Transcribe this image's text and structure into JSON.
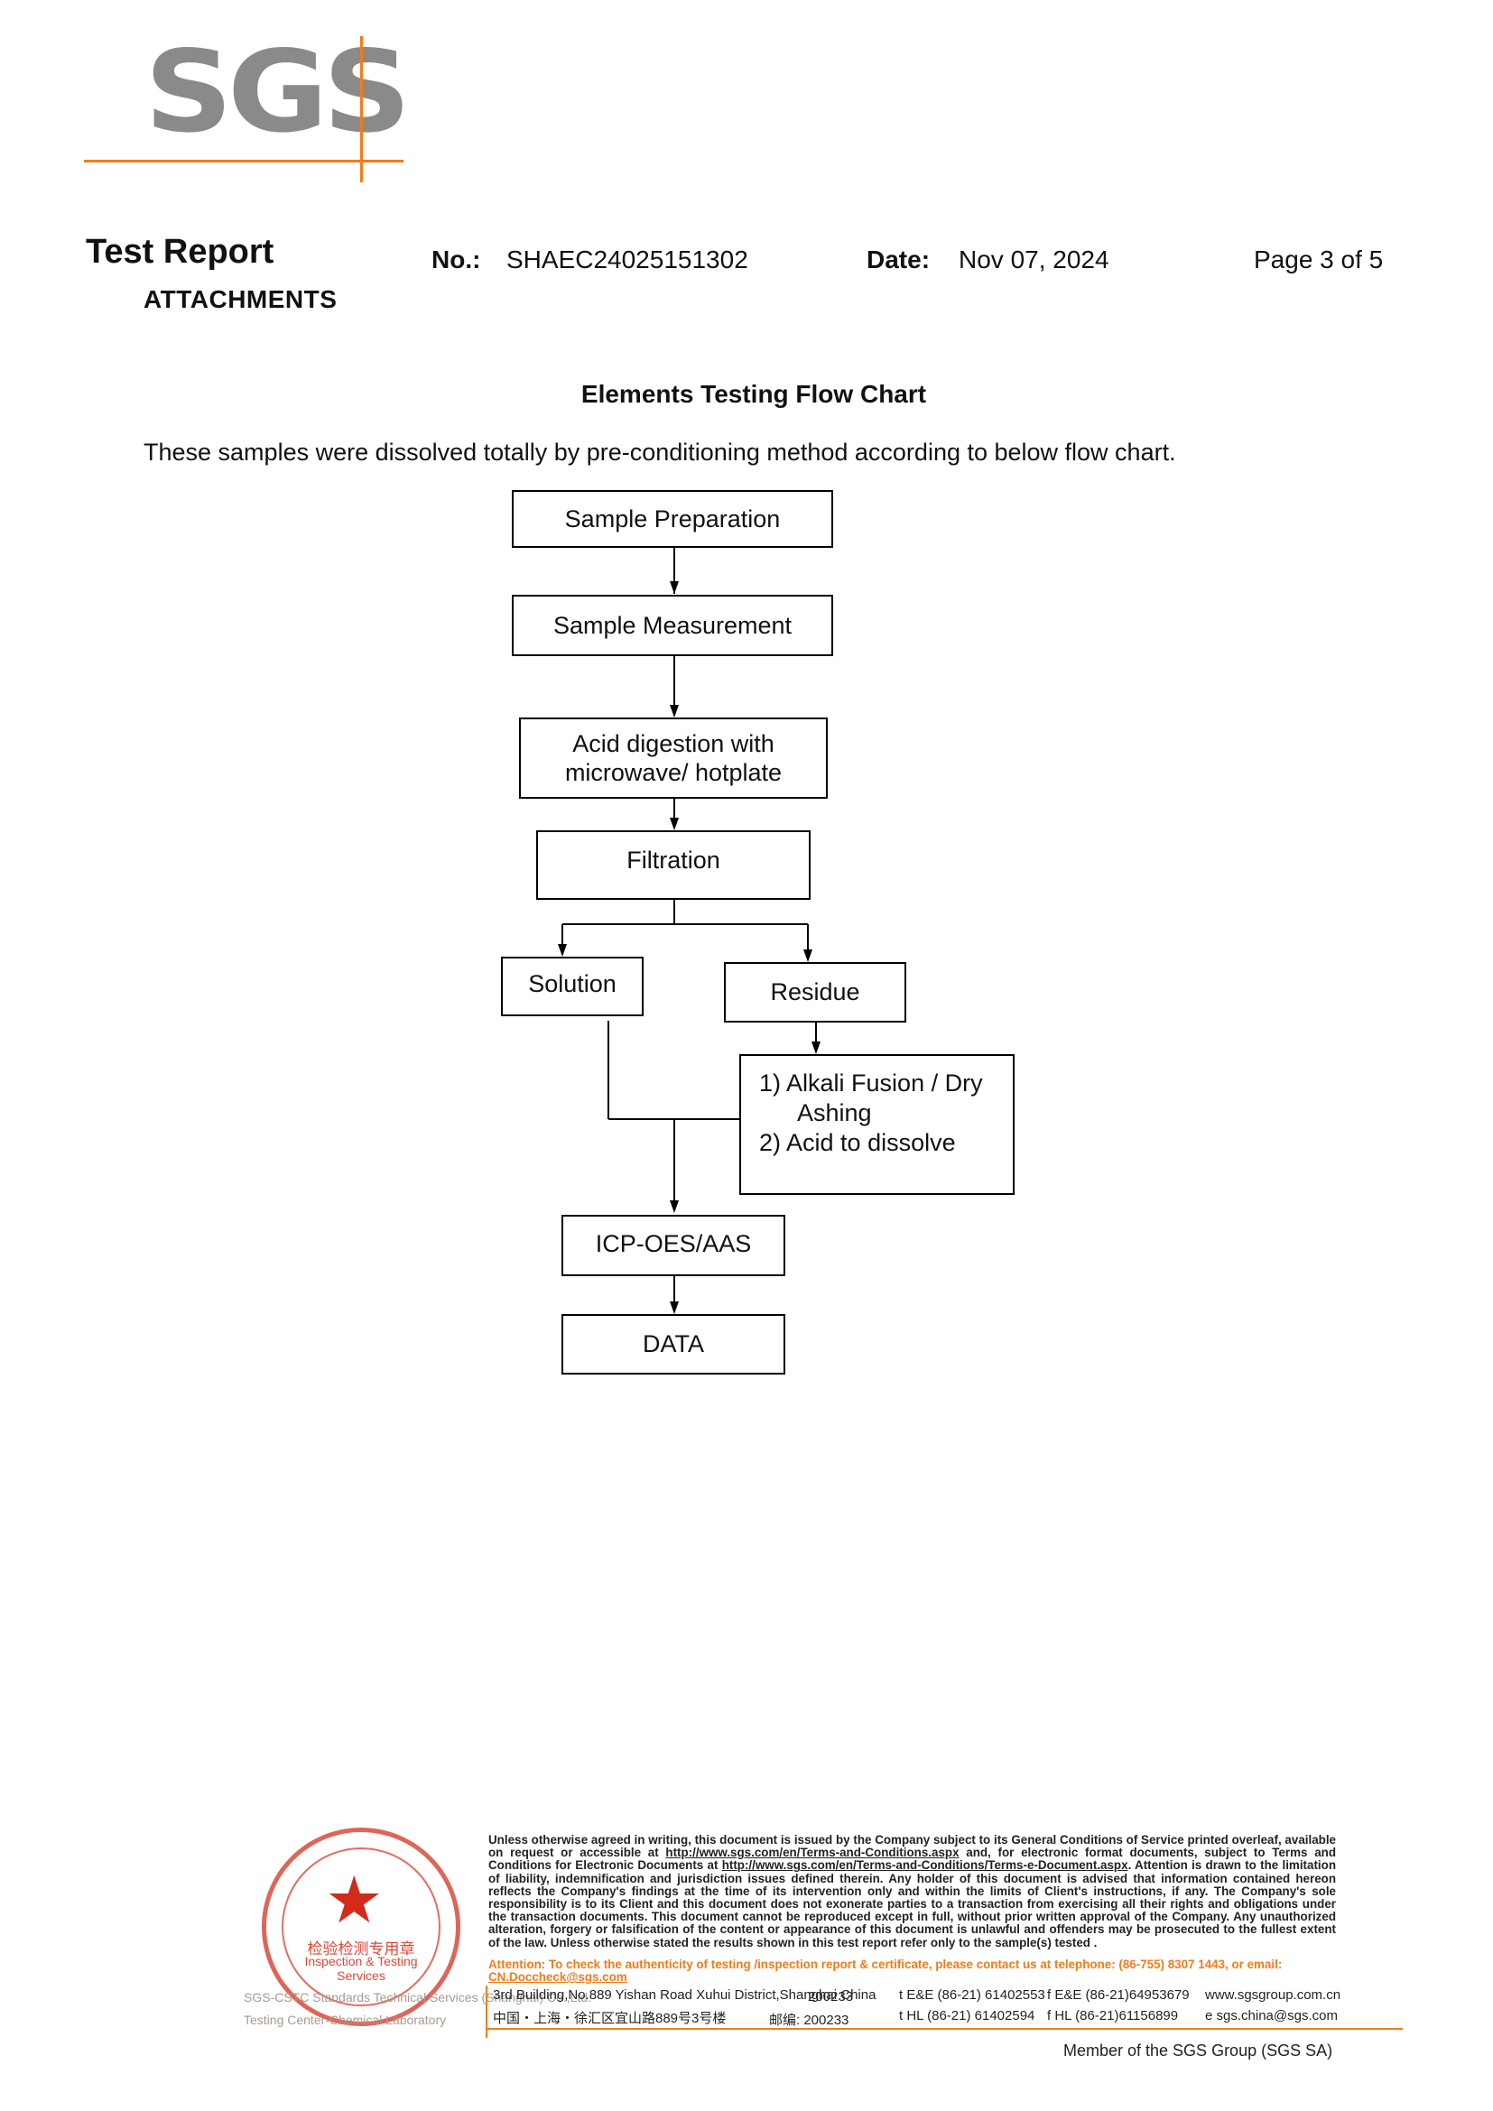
{
  "logo": {
    "text": "SGS"
  },
  "header": {
    "title": "Test Report",
    "subtitle": "ATTACHMENTS",
    "no_label": "No.:",
    "no_value": "SHAEC24025151302",
    "date_label": "Date:",
    "date_value": "Nov 07, 2024",
    "page": "Page 3 of 5"
  },
  "section": {
    "title": "Elements Testing Flow Chart",
    "intro": "These samples were dissolved totally by pre-conditioning method according to below flow chart."
  },
  "flowchart": {
    "sample_preparation": "Sample Preparation",
    "sample_measurement": "Sample Measurement",
    "acid_digestion_line1": "Acid digestion with",
    "acid_digestion_line2": "microwave/ hotplate",
    "filtration": "Filtration",
    "solution": "Solution",
    "residue": "Residue",
    "residue_step1_line1": "1) Alkali Fusion / Dry",
    "residue_step1_line2": "Ashing",
    "residue_step2": "2) Acid to dissolve",
    "icp": "ICP-OES/AAS",
    "data": "DATA"
  },
  "footer": {
    "legal_1": "Unless otherwise agreed in writing, this document is issued by the Company subject to its General Conditions of Service printed overleaf, available on request or accessible at ",
    "legal_link1": "http://www.sgs.com/en/Terms-and-Conditions.aspx",
    "legal_2": " and, for electronic format documents, subject to Terms and Conditions for Electronic Documents at ",
    "legal_link2": "http://www.sgs.com/en/Terms-and-Conditions/Terms-e-Document.aspx",
    "legal_3": ". Attention is drawn to the limitation of liability, indemnification and jurisdiction issues defined therein. Any holder of this document is advised that information contained hereon reflects the Company's findings at the time of its intervention only and within the limits of Client's instructions, if any. The Company's sole responsibility is to its Client and this document does not exonerate parties to a transaction from exercising all their rights and obligations under the transaction documents. This document cannot be reproduced except in full, without prior written approval of the Company. Any unauthorized alteration, forgery or falsification of the content or appearance of this document is unlawful and offenders may be prosecuted to the fullest extent of the law. Unless otherwise stated the results shown in this test report refer only to the sample(s) tested .",
    "attention": "Attention: To check the authenticity of testing /inspection report & certificate, please contact us at telephone: (86-755) 8307 1443, or email: ",
    "attention_email": "CN.Doccheck@sgs.com",
    "addr_en": "3rd Building,No.889 Yishan Road Xuhui District,Shanghai China",
    "zip_en": "200233",
    "tel_en": "t E&E (86-21) 61402553",
    "fax_en": "f E&E (86-21)64953679",
    "web": "www.sgsgroup.com.cn",
    "addr_cn": "中国・上海・徐汇区宜山路889号3号楼",
    "zip_cn": "邮编: 200233",
    "tel_cn": "t HL (86-21) 61402594",
    "fax_cn": "f HL (86-21)61156899",
    "email": "e  sgs.china@sgs.com",
    "member": "Member of the SGS Group (SGS SA)",
    "seal_cn": "检验检测专用章",
    "seal_en": "Inspection & Testing Services",
    "seal_side1": "SGS-CSTC Standards Technical Services (Shanghai) Co.,Ltd.",
    "seal_side2": "Testing Center-Chemical Laboratory"
  }
}
